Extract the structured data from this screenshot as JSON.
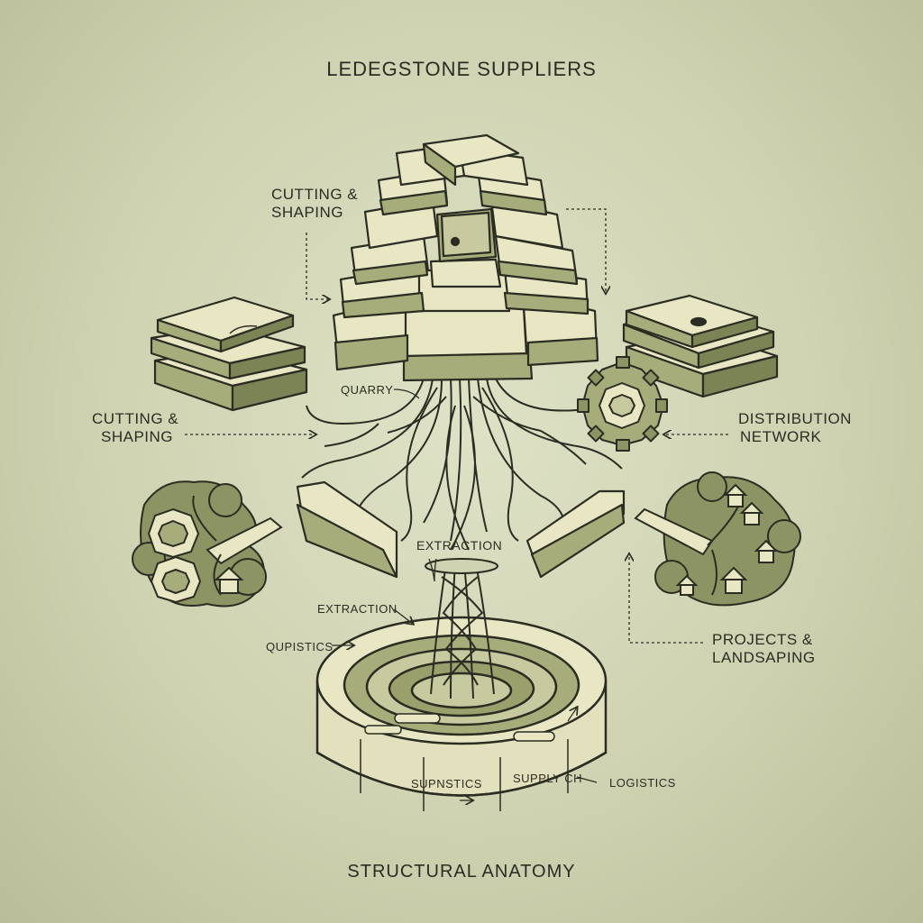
{
  "title": "LEDEGSTONE SUPPLIERS",
  "footer": "STRUCTURAL ANATOMY",
  "labels": {
    "cutting_top": [
      "CUTTING &",
      "SHAPING"
    ],
    "cutting_left": [
      "CUTTING &",
      "SHAPING"
    ],
    "distribution": [
      "DISTRIBUTION",
      "NETWORK"
    ],
    "projects": [
      "PROJECTS &",
      "LANDSAPING"
    ],
    "quarry": "QUARRY",
    "extraction_center": "EXTRACTION",
    "extraction_small": "EXTRACTION",
    "qupistics": "QUPISTICS",
    "supnstics": "SUPNSTICS",
    "supply": "SUPPLY CH",
    "logistics": "LOGISTICS"
  },
  "colors": {
    "ink": "#2b2d22",
    "stone_light": "#e9e6c4",
    "stone_mid": "#a7ad7a",
    "stone_dark": "#7c8455",
    "foliage": "#8d9463"
  },
  "icons": [
    "stone-pyramid-icon",
    "root-system-icon",
    "stone-slab-stack-icon",
    "gear-stone-icon",
    "tree-island-icon",
    "house-icon",
    "circular-base-icon"
  ]
}
